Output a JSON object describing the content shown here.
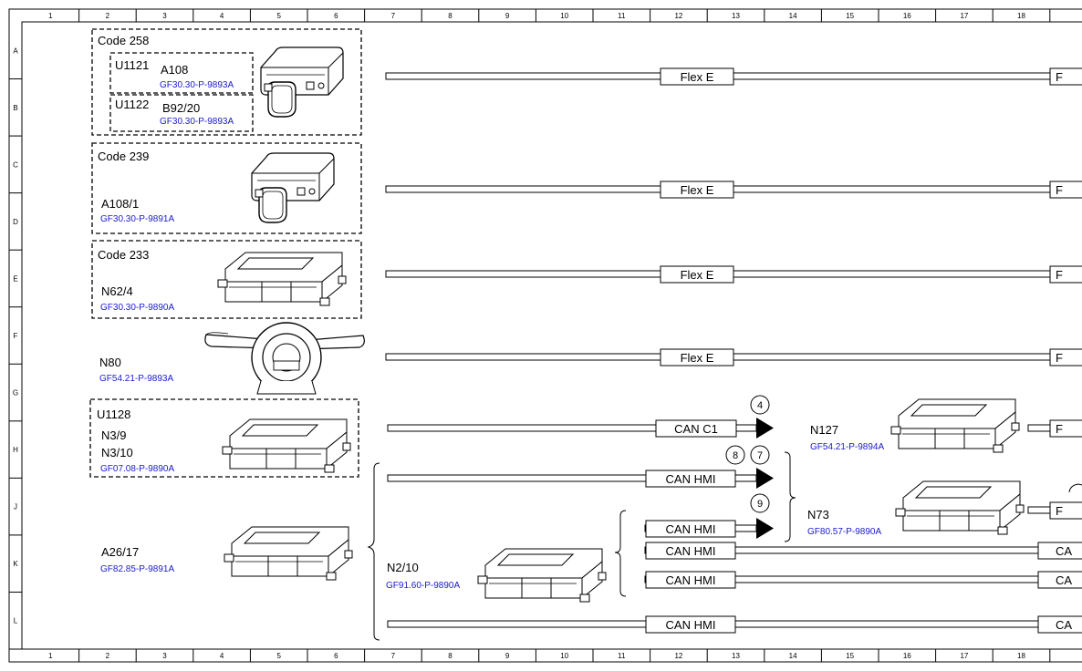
{
  "grid": {
    "columns": [
      "1",
      "2",
      "3",
      "4",
      "5",
      "6",
      "7",
      "8",
      "9",
      "10",
      "11",
      "12",
      "13",
      "14",
      "15",
      "16",
      "17",
      "18"
    ],
    "rows": [
      "A",
      "B",
      "C",
      "D",
      "E",
      "F",
      "G",
      "H",
      "J",
      "K",
      "L"
    ]
  },
  "colors": {
    "ref_link": "#1a1acc",
    "line": "#000000"
  },
  "components": {
    "code258": {
      "label": "Code 258"
    },
    "u1121": {
      "label": "U1121"
    },
    "a108": {
      "label": "A108",
      "ref": "GF30.30-P-9893A"
    },
    "u1122": {
      "label": "U1122"
    },
    "b92_20": {
      "label": "B92/20",
      "ref": "GF30.30-P-9893A"
    },
    "code239": {
      "label": "Code 239"
    },
    "a108_1": {
      "label": "A108/1",
      "ref": "GF30.30-P-9891A"
    },
    "code233": {
      "label": "Code 233"
    },
    "n62_4": {
      "label": "N62/4",
      "ref": "GF30.30-P-9890A"
    },
    "n80": {
      "label": "N80",
      "ref": "GF54.21-P-9893A"
    },
    "u1128": {
      "label": "U1128"
    },
    "n3_9": {
      "label": "N3/9"
    },
    "n3_10": {
      "label": "N3/10",
      "ref": "GF07.08-P-9890A"
    },
    "a26_17": {
      "label": "A26/17",
      "ref": "GF82.85-P-9891A"
    },
    "n2_10": {
      "label": "N2/10",
      "ref": "GF91.60-P-9890A"
    },
    "n127": {
      "label": "N127",
      "ref": "GF54.21-P-9894A"
    },
    "n73": {
      "label": "N73",
      "ref": "GF80.57-P-9890A"
    }
  },
  "buses": {
    "flex1": "Flex E",
    "flex2": "Flex E",
    "flex3": "Flex E",
    "flex4": "Flex E",
    "canc1": "CAN C1",
    "hmi1": "CAN HMI",
    "hmi2": "CAN HMI",
    "hmi3": "CAN HMI",
    "hmi4": "CAN HMI",
    "hmi5": "CAN HMI"
  },
  "edge_labels": {
    "f1": "F",
    "f2": "F",
    "f3": "F",
    "f4": "F",
    "f5": "F",
    "f6": "F",
    "ca1": "CA",
    "ca2": "CA",
    "ca3": "CA"
  },
  "markers": {
    "m4": "4",
    "m8": "8",
    "m7": "7",
    "m9": "9"
  }
}
